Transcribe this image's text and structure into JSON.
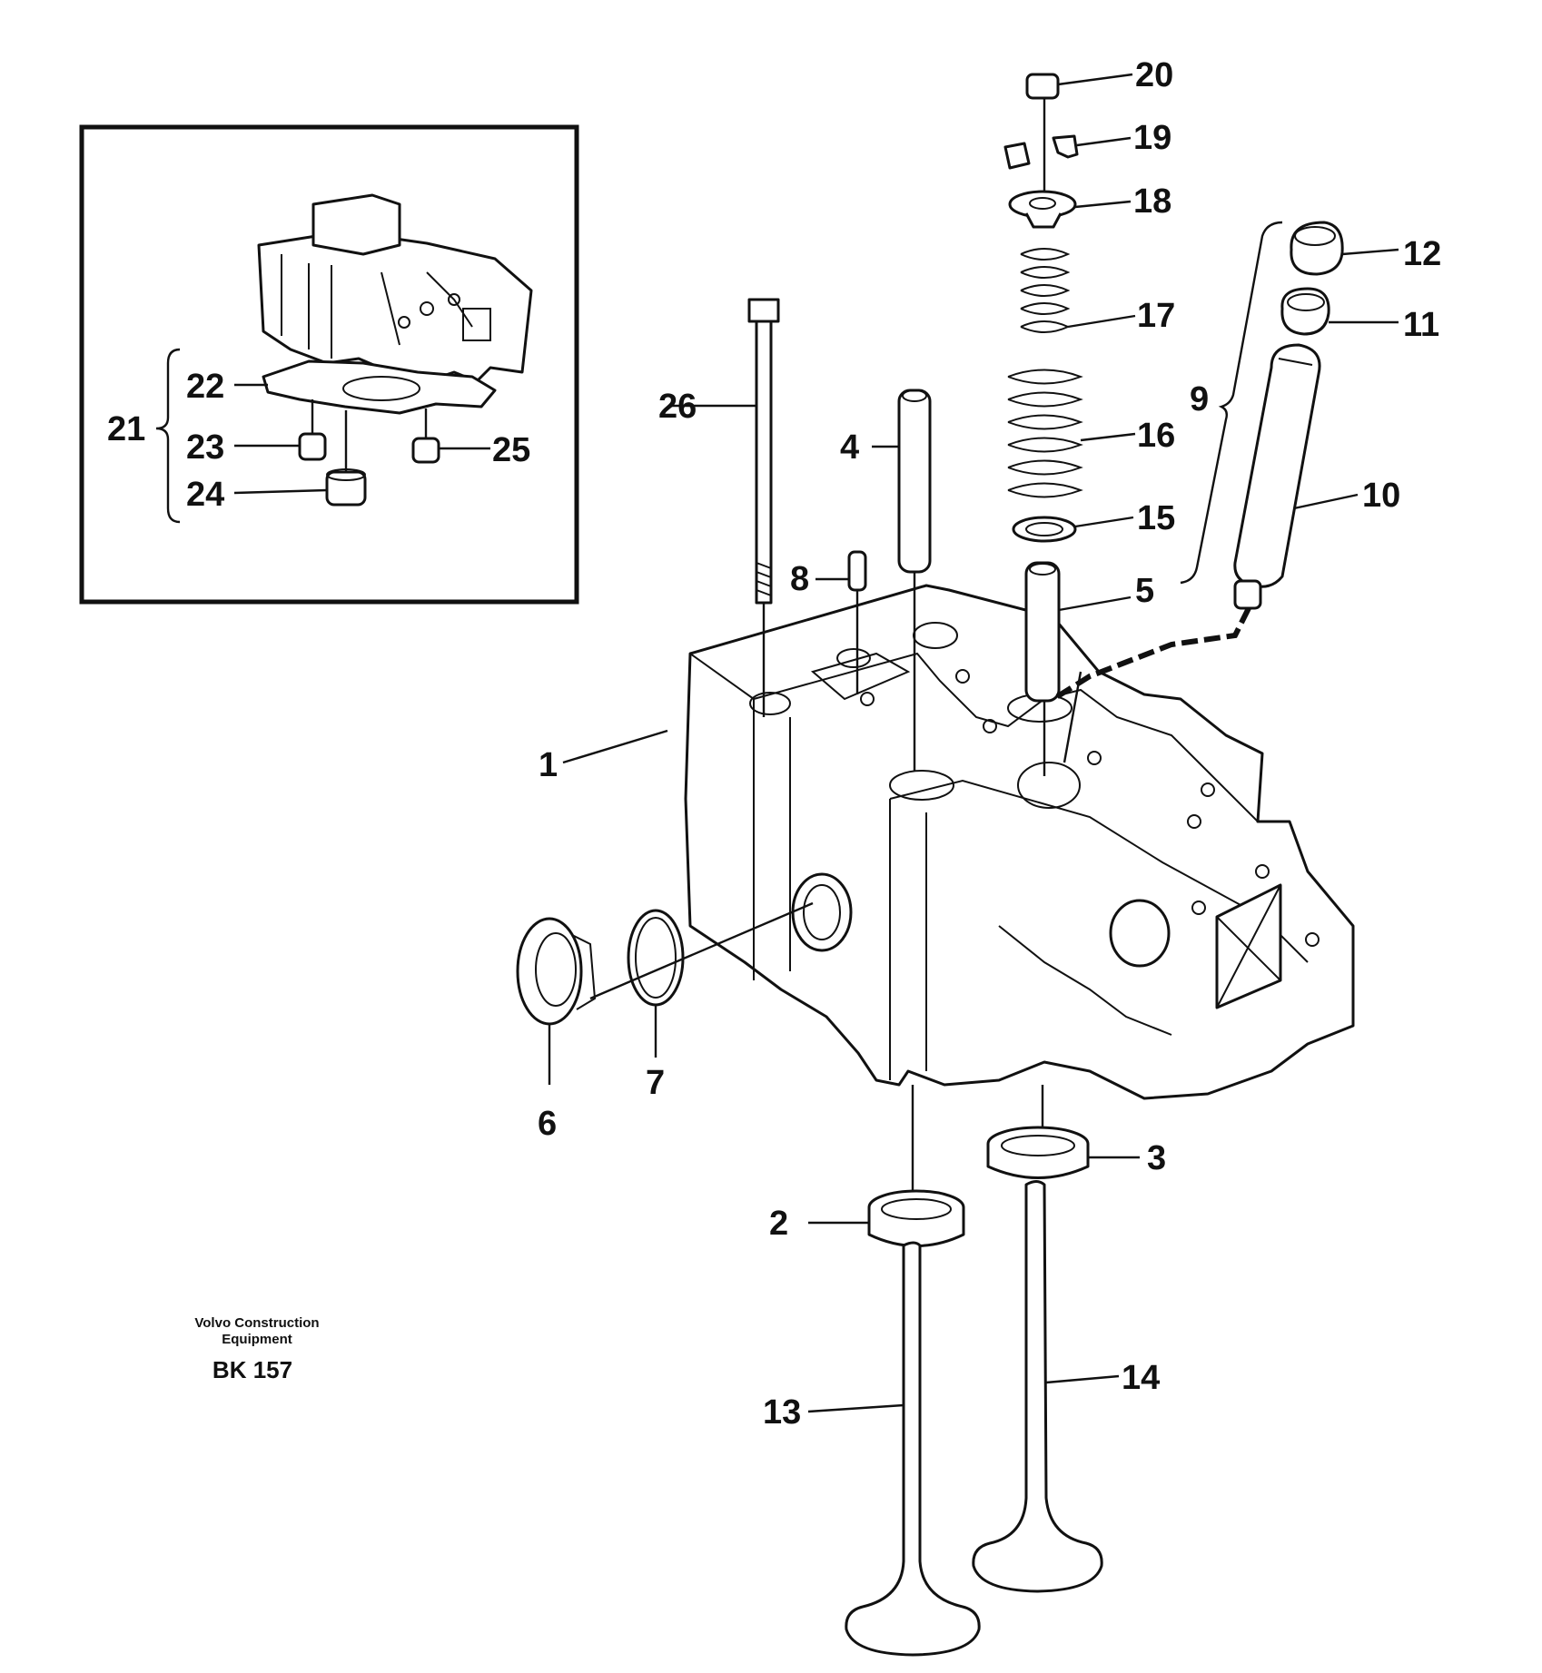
{
  "callouts": {
    "c1": "1",
    "c2": "2",
    "c3": "3",
    "c4": "4",
    "c5": "5",
    "c6": "6",
    "c7": "7",
    "c8": "8",
    "c9": "9",
    "c10": "10",
    "c11": "11",
    "c12": "12",
    "c13": "13",
    "c14": "14",
    "c15": "15",
    "c16": "16",
    "c17": "17",
    "c18": "18",
    "c19": "19",
    "c20": "20",
    "c21": "21",
    "c22": "22",
    "c23": "23",
    "c24": "24",
    "c25": "25",
    "c26": "26"
  },
  "footer": {
    "brand_line1": "Volvo Construction",
    "brand_line2": "Equipment",
    "code": "BK 157"
  }
}
